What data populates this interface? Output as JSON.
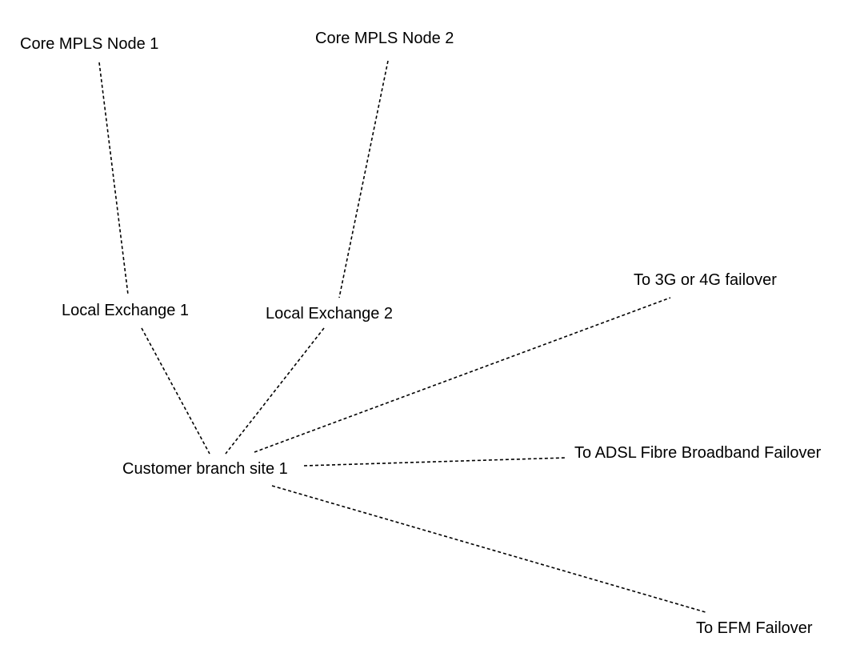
{
  "nodes": {
    "core_mpls_node_1": "Core MPLS Node 1",
    "core_mpls_node_2": "Core MPLS Node 2",
    "local_exchange_1": "Local Exchange 1",
    "local_exchange_2": "Local Exchange 2",
    "customer_branch_site_1": "Customer branch site 1",
    "failover_3g_4g": "To 3G or 4G failover",
    "failover_adsl": "To ADSL Fibre Broadband Failover",
    "failover_efm": "To EFM Failover"
  },
  "links": [
    {
      "from": "core_mpls_node_1",
      "to": "local_exchange_1",
      "style": "dashed"
    },
    {
      "from": "core_mpls_node_2",
      "to": "local_exchange_2",
      "style": "dashed"
    },
    {
      "from": "local_exchange_1",
      "to": "customer_branch_site_1",
      "style": "dashed"
    },
    {
      "from": "local_exchange_2",
      "to": "customer_branch_site_1",
      "style": "dashed"
    },
    {
      "from": "customer_branch_site_1",
      "to": "failover_3g_4g",
      "style": "dashed"
    },
    {
      "from": "customer_branch_site_1",
      "to": "failover_adsl",
      "style": "dashed"
    },
    {
      "from": "customer_branch_site_1",
      "to": "failover_efm",
      "style": "dashed"
    }
  ],
  "colors": {
    "line": "#000000",
    "text": "#000000",
    "background": "#ffffff"
  }
}
